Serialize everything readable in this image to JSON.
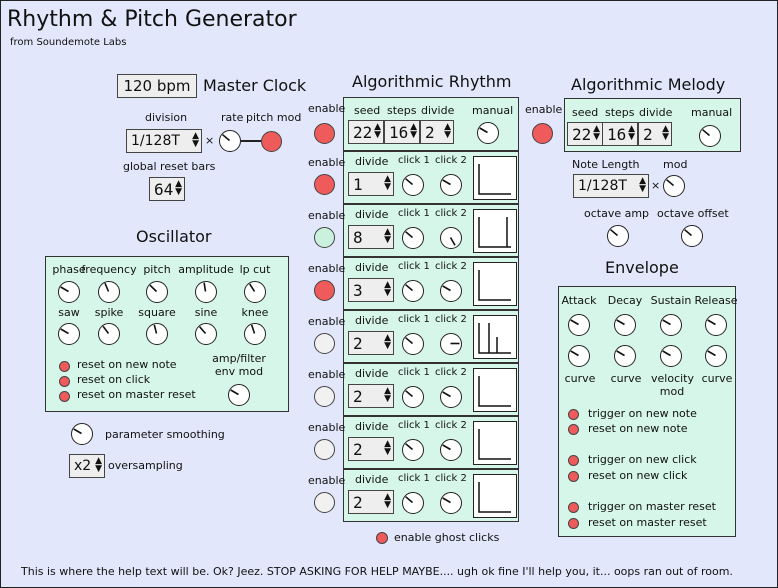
{
  "app": {
    "title": "Rhythm & Pitch Generator",
    "subtitle": "from Soundemote Labs"
  },
  "colors": {
    "background": "#e3e7fb",
    "panel": "#d6f6ea",
    "dot_red": "#ef5a5a",
    "dot_green": "#c9f1de",
    "dot_off": "#f1f1f1"
  },
  "master_clock": {
    "bpm": "120 bpm",
    "title": "Master Clock",
    "division_label": "division",
    "division_value": "1/128T",
    "times": "×",
    "rate_label": "rate",
    "pitch_mod_label": "pitch mod",
    "reset_bars_label": "global reset bars",
    "reset_bars_value": "64"
  },
  "oscillator": {
    "title": "Oscillator",
    "row1": [
      "phase",
      "frequency",
      "pitch",
      "amplitude",
      "lp cut"
    ],
    "row2": [
      "saw",
      "spike",
      "square",
      "sine",
      "knee"
    ],
    "resets": [
      "reset on new note",
      "reset on click",
      "reset on master reset"
    ],
    "env_mod_label": "amp/filter env mod",
    "smoothing_label": "parameter smoothing",
    "oversampling_value": "x2",
    "oversampling_label": "oversampling"
  },
  "rhythm": {
    "title": "Algorithmic Rhythm",
    "enable_label": "enable",
    "header": {
      "seed_label": "seed",
      "steps_label": "steps",
      "divide_label": "divide",
      "manual_label": "manual",
      "seed": "22",
      "steps": "16",
      "divide": "2"
    },
    "divide_label": "divide",
    "click1_label": "click 1",
    "click2_label": "click 2",
    "rows": [
      {
        "divide": "1",
        "enabled": "on"
      },
      {
        "divide": "8",
        "enabled": "green"
      },
      {
        "divide": "3",
        "enabled": "on"
      },
      {
        "divide": "2",
        "enabled": "off"
      },
      {
        "divide": "2",
        "enabled": "off"
      },
      {
        "divide": "2",
        "enabled": "off"
      },
      {
        "divide": "2",
        "enabled": "off"
      }
    ],
    "ghost_clicks_label": "enable ghost clicks"
  },
  "melody": {
    "title": "Algorithmic Melody",
    "enable_label": "enable",
    "seed_label": "seed",
    "steps_label": "steps",
    "divide_label": "divide",
    "manual_label": "manual",
    "seed": "22",
    "steps": "16",
    "divide": "2",
    "note_length_label": "Note Length",
    "note_length_value": "1/128T",
    "times": "×",
    "mod_label": "mod",
    "octave_amp_label": "octave amp",
    "octave_offset_label": "octave offset"
  },
  "envelope": {
    "title": "Envelope",
    "labels": [
      "Attack",
      "Decay",
      "Sustain",
      "Release"
    ],
    "curve_labels": [
      "curve",
      "curve",
      "velocity mod",
      "curve"
    ],
    "options": [
      "trigger on new note",
      "reset on new note",
      "trigger on new click",
      "reset on new click",
      "trigger on master reset",
      "reset on master reset"
    ]
  },
  "help_text": "This is where the help text will be. Ok? Jeez. STOP ASKING FOR HELP MAYBE.... ugh ok fine I'll help you, it... oops ran out of room."
}
